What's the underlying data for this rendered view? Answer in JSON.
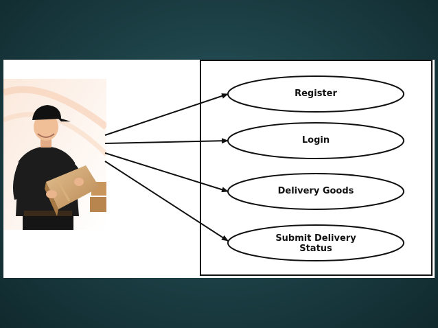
{
  "diagram": {
    "type": "use-case",
    "actor": {
      "icon": "delivery-man-photo"
    },
    "use_cases": [
      {
        "label": "Register"
      },
      {
        "label": "Login"
      },
      {
        "label": "Delivery Goods"
      },
      {
        "label": "Submit Delivery\nStatus"
      }
    ]
  },
  "colors": {
    "background": "#1d4248",
    "panel": "#ffffff",
    "line": "#111111"
  }
}
